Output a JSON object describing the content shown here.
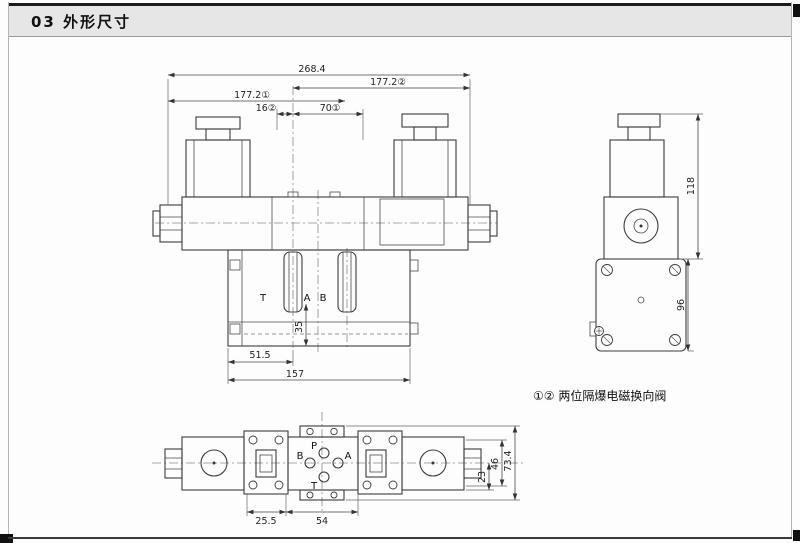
{
  "header": {
    "title": "03 外形尺寸"
  },
  "front_view": {
    "dims": {
      "overall": "268.4",
      "width_v2": "177.2②",
      "width_v1": "177.2①",
      "offset_v2": "16②",
      "offset_v1": "70①",
      "base_left": "51.5",
      "base_total": "157",
      "slot_height": "35"
    },
    "ports": {
      "t": "T",
      "a": "A",
      "b": "B"
    }
  },
  "side_view": {
    "dims": {
      "upper_height": "118",
      "lower_height": "96"
    }
  },
  "bottom_view": {
    "dims": {
      "offset_left": "25.5",
      "offset_center": "54",
      "half_height": "23",
      "body_height": "46",
      "overall_height": "73.4"
    },
    "ports": {
      "p": "P",
      "a": "A",
      "b": "B",
      "t": "T"
    }
  },
  "note": {
    "text": "①② 两位隔爆电磁换向阀"
  }
}
